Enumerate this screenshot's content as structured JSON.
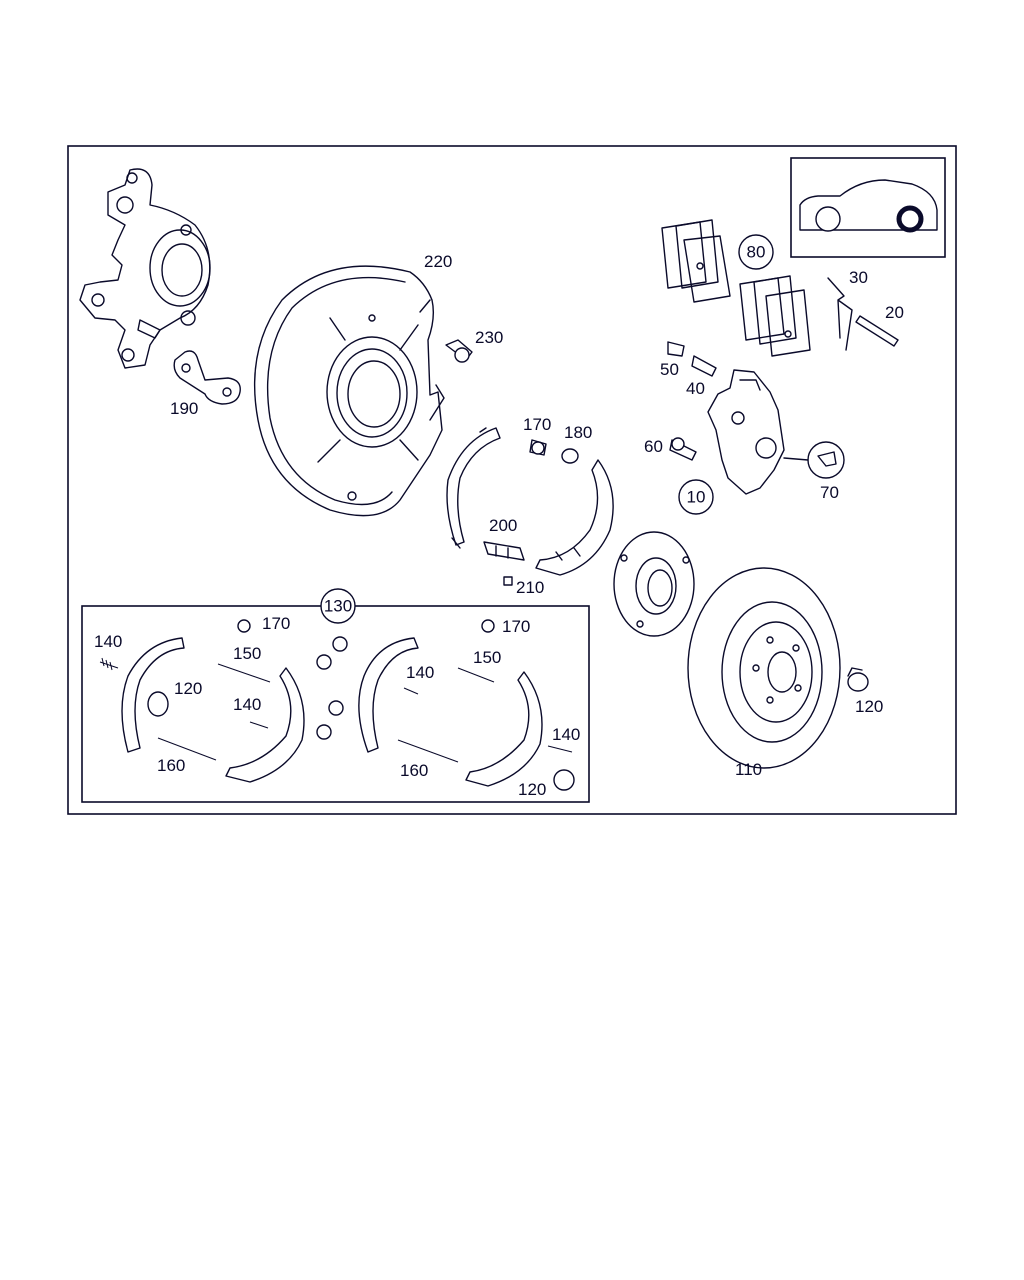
{
  "labels": {
    "l220": "220",
    "l230": "230",
    "l190": "190",
    "l170a": "170",
    "l180": "180",
    "l200": "200",
    "l210": "210",
    "l80": "80",
    "l30": "30",
    "l20": "20",
    "l50": "50",
    "l40": "40",
    "l60": "60",
    "l10": "10",
    "l70": "70",
    "l130": "130",
    "l140a": "140",
    "l170b": "170",
    "l150a": "150",
    "l120a": "120",
    "l140b": "140",
    "l160a": "160",
    "l170c": "170",
    "l140c": "140",
    "l150b": "150",
    "l160b": "160",
    "l140d": "140",
    "l120b": "120",
    "l120c": "120",
    "l110": "110"
  },
  "colors": {
    "ink": "#0a0a2a",
    "background": "#ffffff"
  },
  "icons": {
    "vehicle": "car-side-rear-wheel-highlight-icon"
  }
}
